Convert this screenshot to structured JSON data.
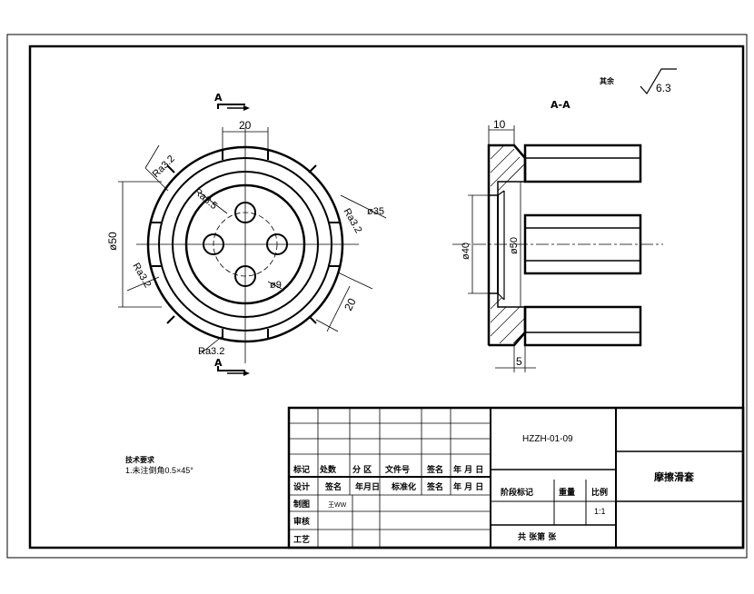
{
  "drawing": {
    "part_number": "HZZH-01-09",
    "part_name": "摩擦滑套",
    "surface_note_label": "其余",
    "surface_note_value": "6.3",
    "section_label": "A-A",
    "cut_label": "A"
  },
  "front_view_dims": {
    "width_top": "20",
    "dia_50": "ø50",
    "ra_upper": "Ra3.2",
    "ra_inner": "Ra3.5",
    "ra_right": "Ra3.2",
    "dia_35": "ø35",
    "ra_left": "Ra3.2",
    "dia_9": "ø9",
    "width_right": "20",
    "ra_bottom": "Ra3.2"
  },
  "section_view_dims": {
    "len_10": "10",
    "dia_40": "ø40",
    "dia_50": "ø50",
    "len_5": "5"
  },
  "tech_requirements": {
    "title": "技术要求",
    "line1": "1.未注倒角0.5×45°"
  },
  "title_block": {
    "row_labels": [
      "标记",
      "处数",
      "分 区",
      "文件号",
      "签名",
      "年 月 日"
    ],
    "design_labels": [
      "设计",
      "签名",
      "年月日",
      "标准化",
      "签名",
      "年 月 日"
    ],
    "draw_label": "制图",
    "draw_name": "王WW",
    "check_label": "审核",
    "process_label": "工艺",
    "stage_label": "阶段标记",
    "weight_label": "重量",
    "scale_label": "比例",
    "scale_value": "1:1",
    "sheets_label": "共   张第   张"
  }
}
